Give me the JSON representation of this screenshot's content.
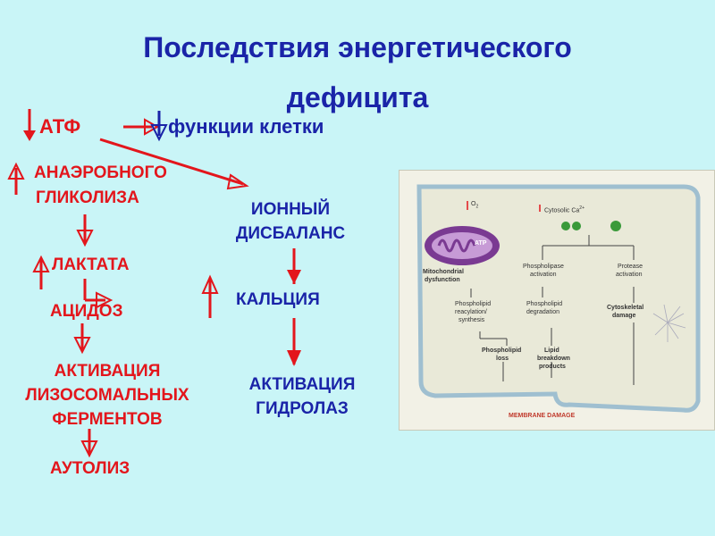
{
  "title": {
    "line1": "Последствия энергетического",
    "line2": "дефицита"
  },
  "left_chain": {
    "atf": "АТФ",
    "cell_functions": "функции клетки",
    "anaerobic_line1": "АНАЭРОБНОГО",
    "anaerobic_line2": "ГЛИКОЛИЗА",
    "lactate": "ЛАКТАТА",
    "acidosis": "АЦИДОЗ",
    "activation_line1": "АКТИВАЦИЯ",
    "activation_line2": "ЛИЗОСОМАЛЬНЫХ",
    "activation_line3": "ФЕРМЕНТОВ",
    "autolysis": "АУТОЛИЗ"
  },
  "right_chain": {
    "ionic_line1": "ИОННЫЙ",
    "ionic_line2": "ДИСБАЛАНС",
    "calcium": "КАЛЬЦИЯ",
    "hydrolase_line1": "АКТИВАЦИЯ",
    "hydrolase_line2": "ГИДРОЛАЗ"
  },
  "figure": {
    "o2": "O",
    "o2_sub": "2",
    "cytosolic_ca": "Cytosolic Ca",
    "ca_sup": "2+",
    "atp": "ATP",
    "mito_line1": "Mitochondrial",
    "mito_line2": "dysfunction",
    "phospholipase_line1": "Phospholipase",
    "phospholipase_line2": "activation",
    "protease_line1": "Protease",
    "protease_line2": "activation",
    "reacyl_line1": "Phospholipid",
    "reacyl_line2": "reacylation/",
    "reacyl_line3": "synthesis",
    "degrad_line1": "Phospholipid",
    "degrad_line2": "degradation",
    "cyto_line1": "Cytoskeletal",
    "cyto_line2": "damage",
    "loss_line1": "Phospholipid",
    "loss_line2": "loss",
    "lipid_line1": "Lipid",
    "lipid_line2": "breakdown",
    "lipid_line3": "products",
    "membrane_damage": "MEMBRANE DAMAGE"
  },
  "colors": {
    "red": "#e3161c",
    "blue": "#1a24a8",
    "background": "#c9f5f7"
  },
  "icons": {
    "up": "up-arrow-icon",
    "down": "down-arrow-icon",
    "right": "right-arrow-icon"
  }
}
